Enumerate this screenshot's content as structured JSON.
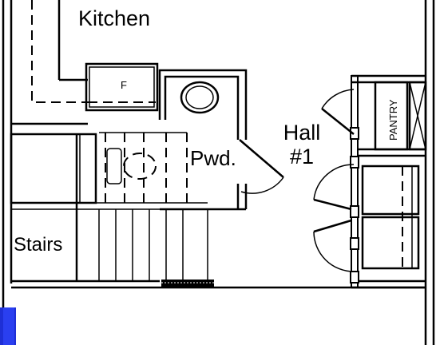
{
  "rooms": {
    "kitchen": "Kitchen",
    "powder": "Pwd.",
    "hall_line1": "Hall",
    "hall_line2": "#1",
    "stairs": "Stairs",
    "pantry": "PANTRY",
    "fridge": "F"
  },
  "colors": {
    "line": "#000000",
    "background": "#ffffff",
    "marker": "#1e2fd6"
  }
}
